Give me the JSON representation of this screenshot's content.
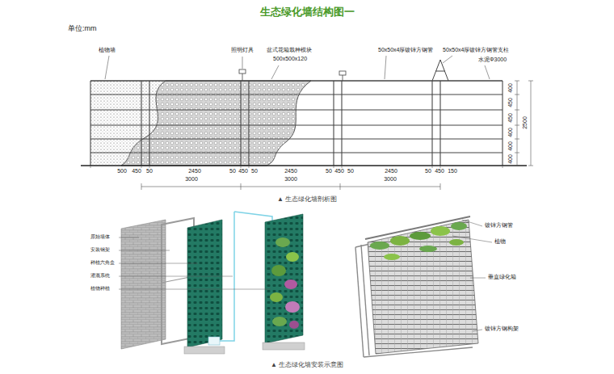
{
  "diagram": {
    "title": "生态绿化墙结构图一",
    "labels": [
      "单位:mm",
      "植物墙",
      "照明灯具",
      "盆式花箱栽种模块",
      "500x500x120",
      "50x50x4厚镀锌方钢管",
      "50x50x4厚镀锌方钢管支柱",
      "水泥Φ3000",
      "400",
      "450",
      "450",
      "400",
      "400",
      "400",
      "2500",
      "500",
      "450",
      "50",
      "2450",
      "50",
      "450",
      "50",
      "2450",
      "50",
      "450",
      "50",
      "2450",
      "50",
      "450",
      "150",
      "3000",
      "3000",
      "3000",
      "▲ 生态绿化墙剖析图",
      "原始墙体",
      "安装钢架",
      "种植六角盒",
      "灌溉系统",
      "植物种植",
      "▲ 生态绿化墙安装示意图",
      "镀锌方钢管",
      "植物",
      "垂直绿化箱",
      "镀锌方钢构架"
    ]
  }
}
